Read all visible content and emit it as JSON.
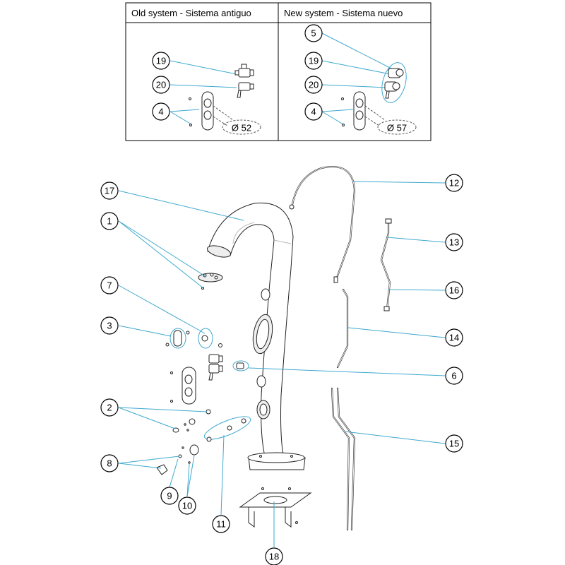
{
  "table": {
    "old_header": "Old system - Sistema antiguo",
    "new_header": "New system - Sistema nuevo",
    "old_diameter": "Ø 52",
    "new_diameter": "Ø 57",
    "old_callouts": [
      "19",
      "20",
      "4"
    ],
    "new_callouts": [
      "5",
      "19",
      "20",
      "4"
    ]
  },
  "callouts": {
    "c1": "1",
    "c2": "2",
    "c3": "3",
    "c6": "6",
    "c7": "7",
    "c8": "8",
    "c9": "9",
    "c10": "10",
    "c11": "11",
    "c12": "12",
    "c13": "13",
    "c14": "14",
    "c15": "15",
    "c16": "16",
    "c17": "17",
    "c18": "18"
  },
  "colors": {
    "leader": "#3fa9cf",
    "outline": "#222222"
  }
}
